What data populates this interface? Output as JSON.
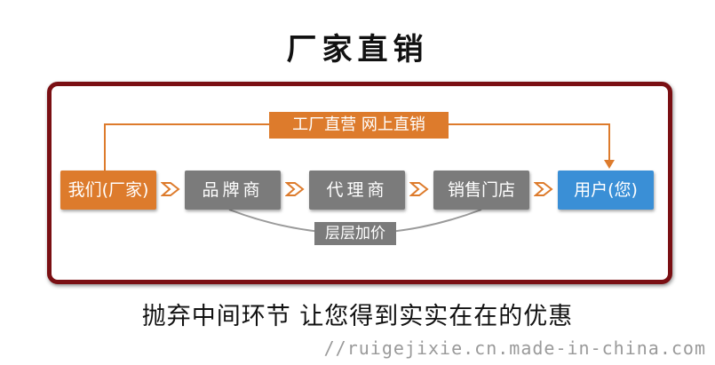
{
  "title": "厂家直销",
  "diagram": {
    "nodes": [
      {
        "label": "我们(厂家)",
        "color": "#dd7b2c"
      },
      {
        "label": "品牌商",
        "color": "#7b7b7b"
      },
      {
        "label": "代理商",
        "color": "#7b7b7b"
      },
      {
        "label": "销售门店",
        "color": "#7b7b7b"
      },
      {
        "label": "用户(您)",
        "color": "#3a8fd6"
      }
    ],
    "direct_label": "工厂直营 网上直销",
    "markup_label": "层层加价",
    "frame_color": "#7a0f13",
    "arrow_color": "#dd7b2c"
  },
  "tagline": "抛弃中间环节 让您得到实实在在的优惠",
  "watermark": "//ruigejixie.cn.made-in-china.com"
}
